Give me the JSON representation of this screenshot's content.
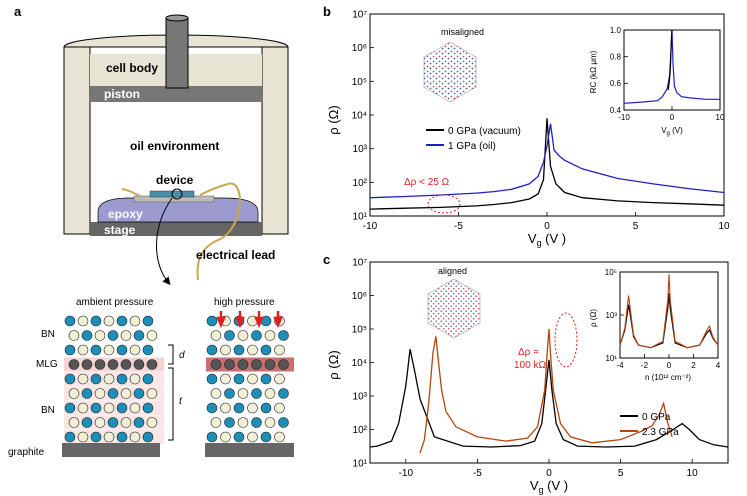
{
  "panel_a": {
    "label": "a",
    "cell_body": "cell body",
    "piston": "piston",
    "oil": "oil environment",
    "device": "device",
    "epoxy": "epoxy",
    "stage": "stage",
    "lead": "electrical lead",
    "ambient": "ambient pressure",
    "high": "high pressure",
    "bn_top": "BN",
    "mlg": "MLG",
    "bn_bottom": "BN",
    "d": "d",
    "t": "t",
    "graphite": "graphite"
  },
  "panel_b": {
    "label": "b",
    "inset_label": "misaligned",
    "annotation": "Δρ < 25 Ω",
    "legend": [
      "0 GPa (vacuum)",
      "1 GPa (oil)"
    ],
    "inset_ylabel": "RC (kΩ μm)",
    "inset_xlabel": "Vg (V)",
    "inset_xticks": [
      "-10",
      "0",
      "10"
    ],
    "inset_yticks": [
      "0.4",
      "0.6",
      "0.8",
      "1.0"
    ]
  },
  "panel_c": {
    "label": "c",
    "inset_label": "aligned",
    "annotation_1": "Δρ =",
    "annotation_2": "100 kΩ",
    "legend": [
      "0 GPa",
      "2.3 GPa"
    ],
    "inset_ylabel": "ρ (Ω)",
    "inset_xlabel": "n (10¹² cm⁻²)",
    "inset_xticks": [
      "-4",
      "-2",
      "0",
      "2",
      "4"
    ],
    "inset_yticks": [
      "10¹",
      "10³",
      "10⁵"
    ]
  },
  "colors": {
    "black": "#000000",
    "blue": "#1f1fc8",
    "orange": "#b8430e",
    "red": "#e0201f"
  },
  "chart_data": [
    {
      "type": "line",
      "panel": "b",
      "xlabel": "Vg (V)",
      "ylabel": "ρ (Ω)",
      "xlim": [
        -10,
        10
      ],
      "ylim": [
        10,
        10000000
      ],
      "yscale": "log",
      "xticks": [
        -10,
        -5,
        0,
        5,
        10
      ],
      "yticks_labels": [
        "10¹",
        "10²",
        "10³",
        "10⁴",
        "10⁵",
        "10⁶",
        "10⁷"
      ],
      "series": [
        {
          "name": "0 GPa (vacuum)",
          "color": "#000000",
          "x": [
            -10,
            -8,
            -6,
            -4,
            -3,
            -2,
            -1,
            -0.5,
            -0.2,
            0,
            0.2,
            0.5,
            1,
            2,
            4,
            6,
            8,
            10
          ],
          "y": [
            16,
            17,
            18,
            20,
            22,
            25,
            32,
            45,
            120,
            8000,
            300,
            90,
            50,
            35,
            28,
            25,
            23,
            21
          ]
        },
        {
          "name": "1 GPa (oil)",
          "color": "#1f1fc8",
          "x": [
            -10,
            -8,
            -6,
            -4,
            -3,
            -2,
            -1,
            -0.5,
            -0.2,
            0,
            0.2,
            0.4,
            0.7,
            1,
            2,
            4,
            6,
            8,
            10
          ],
          "y": [
            35,
            38,
            42,
            48,
            53,
            62,
            90,
            150,
            400,
            1200,
            5500,
            900,
            600,
            450,
            250,
            130,
            90,
            65,
            50
          ]
        }
      ]
    },
    {
      "type": "line",
      "panel": "b-inset",
      "xlabel": "Vg (V)",
      "ylabel": "RC (kΩ μm)",
      "xlim": [
        -10,
        10
      ],
      "ylim": [
        0.4,
        1.0
      ],
      "series": [
        {
          "name": "",
          "color": "#1f1fc8",
          "x": [
            -10,
            -6,
            -3,
            -2,
            -1,
            -0.5,
            -0.2,
            0,
            0.2,
            0.5,
            1,
            2,
            4,
            7,
            10
          ],
          "y": [
            0.45,
            0.46,
            0.47,
            0.5,
            0.56,
            0.66,
            0.85,
            1.0,
            0.75,
            0.58,
            0.53,
            0.5,
            0.49,
            0.48,
            0.48
          ]
        },
        {
          "name": "",
          "color": "#000000",
          "x": [
            -0.8,
            -0.6,
            -0.4,
            -0.3,
            -0.2,
            -0.1,
            0
          ],
          "y": [
            0.55,
            0.6,
            0.68,
            0.75,
            0.85,
            0.95,
            1.0
          ]
        }
      ]
    },
    {
      "type": "line",
      "panel": "c",
      "xlabel": "Vg (V)",
      "ylabel": "ρ (Ω)",
      "xlim": [
        -12.5,
        12.5
      ],
      "ylim": [
        10,
        10000000
      ],
      "yscale": "log",
      "xticks": [
        -10,
        -5,
        0,
        5,
        10
      ],
      "yticks_labels": [
        "10¹",
        "10²",
        "10³",
        "10⁴",
        "10⁵",
        "10⁶",
        "10⁷"
      ],
      "series": [
        {
          "name": "0 GPa",
          "color": "#000000",
          "x": [
            -12.5,
            -12,
            -11,
            -10.5,
            -10,
            -9.7,
            -9.4,
            -9,
            -8,
            -6,
            -4,
            -2,
            -1,
            -0.5,
            -0.2,
            0,
            0.2,
            0.5,
            1,
            2,
            4,
            6,
            7.5,
            8.5,
            9.3,
            9.8,
            10.5,
            11.5,
            12.5
          ],
          "y": [
            30,
            32,
            45,
            150,
            2000,
            25000,
            6000,
            800,
            60,
            32,
            30,
            33,
            45,
            150,
            2000,
            12000,
            1500,
            150,
            50,
            32,
            30,
            32,
            50,
            90,
            150,
            100,
            50,
            35,
            30
          ]
        },
        {
          "name": "2.3 GPa",
          "color": "#b8430e",
          "x": [
            -9,
            -8.7,
            -8.4,
            -8.1,
            -7.9,
            -7.7,
            -7.5,
            -7.2,
            -6.5,
            -5,
            -3,
            -1.5,
            -0.8,
            -0.3,
            -0.1,
            0,
            0.1,
            0.3,
            0.8,
            1.5,
            3,
            5,
            6.5,
            7.2,
            7.7,
            8,
            8.3,
            8.6
          ],
          "y": [
            20,
            50,
            600,
            20000,
            60000,
            9000,
            1500,
            350,
            120,
            60,
            45,
            55,
            120,
            1500,
            30000,
            100000,
            20000,
            1500,
            150,
            60,
            40,
            50,
            90,
            130,
            280,
            600,
            150,
            60
          ]
        }
      ]
    },
    {
      "type": "line",
      "panel": "c-inset",
      "xlabel": "n (10¹² cm⁻²)",
      "ylabel": "ρ (Ω)",
      "xlim": [
        -4,
        4
      ],
      "ylim": [
        10,
        100000
      ],
      "yscale": "log",
      "series": [
        {
          "name": "0 GPa",
          "color": "#000000",
          "x": [
            -4,
            -3.6,
            -3.3,
            -3.1,
            -2.9,
            -2.5,
            -1.5,
            -0.5,
            -0.1,
            0,
            0.1,
            0.5,
            1.5,
            2.5,
            3.1,
            3.3,
            3.6,
            4
          ],
          "y": [
            40,
            200,
            3000,
            600,
            100,
            40,
            30,
            50,
            2000,
            10000,
            2000,
            50,
            30,
            40,
            150,
            200,
            80,
            40
          ]
        },
        {
          "name": "2.3 GPa",
          "color": "#b8430e",
          "x": [
            -4,
            -3.6,
            -3.3,
            -3.1,
            -2.9,
            -2.5,
            -1.5,
            -0.5,
            -0.1,
            0,
            0.1,
            0.5,
            1.5,
            2.5,
            3.1,
            3.3,
            3.6,
            4
          ],
          "y": [
            40,
            250,
            8000,
            1000,
            120,
            40,
            30,
            60,
            5000,
            80000,
            5000,
            60,
            30,
            40,
            200,
            300,
            90,
            40
          ]
        }
      ]
    }
  ]
}
